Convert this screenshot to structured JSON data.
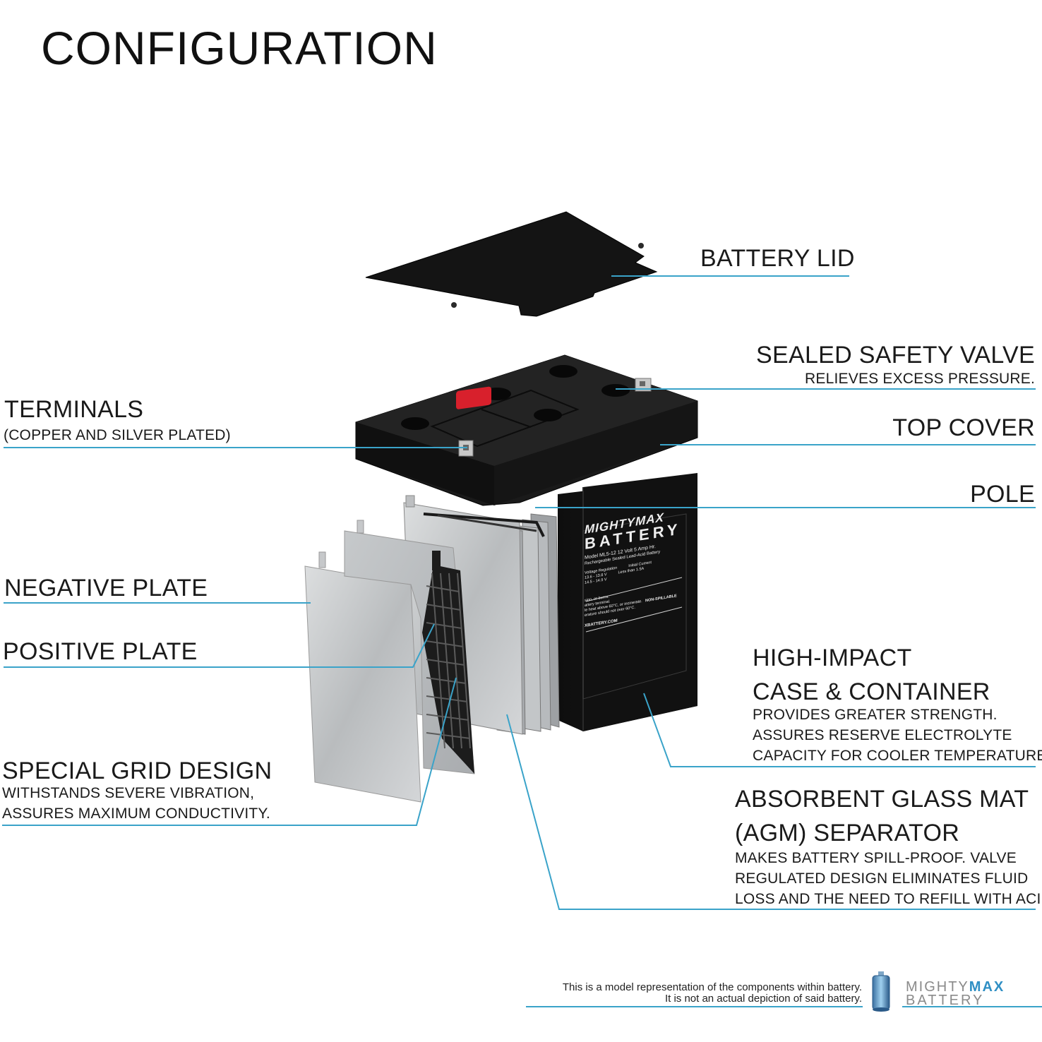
{
  "title": "CONFIGURATION",
  "colors": {
    "leader_line": "#3aa3c9",
    "case": "#151515",
    "terminal_red": "#d8202c",
    "plate": "#c9cbcd",
    "brand_blue": "#2f8fc4"
  },
  "labels": {
    "battery_lid": {
      "title": "BATTERY LID"
    },
    "sealed_safety_valve": {
      "title": "SEALED SAFETY VALVE",
      "lines": [
        "RELIEVES EXCESS PRESSURE."
      ]
    },
    "terminals": {
      "title": "TERMINALS",
      "lines": [
        "(COPPER AND SILVER PLATED)"
      ]
    },
    "top_cover": {
      "title": "TOP COVER"
    },
    "pole": {
      "title": "POLE"
    },
    "negative_plate": {
      "title": "NEGATIVE PLATE"
    },
    "positive_plate": {
      "title": "POSITIVE PLATE"
    },
    "high_impact": {
      "title_lines": [
        "HIGH-IMPACT",
        "CASE & CONTAINER"
      ],
      "lines": [
        "PROVIDES GREATER STRENGTH.",
        "ASSURES RESERVE ELECTROLYTE",
        "CAPACITY FOR COOLER TEMPERATURES."
      ]
    },
    "special_grid": {
      "title": "SPECIAL GRID DESIGN",
      "lines": [
        "WITHSTANDS SEVERE VIBRATION,",
        "ASSURES MAXIMUM CONDUCTIVITY."
      ]
    },
    "agm": {
      "title_lines": [
        "ABSORBENT GLASS MAT",
        "(AGM) SEPARATOR"
      ],
      "lines": [
        "MAKES BATTERY SPILL-PROOF. VALVE",
        "REGULATED DESIGN ELIMINATES FLUID",
        "LOSS AND THE NEED TO REFILL WITH ACID."
      ]
    }
  },
  "battery_label": {
    "brand_line1": "MIGHTYMAX",
    "brand_line2": "BATTERY",
    "model": "Model ML5-12  12 Volt 5 Amp Hr.",
    "subtitle": "Rechargeable Sealed Lead-Acid Battery",
    "table_header": [
      "Voltage Regulation",
      "Initial Current"
    ],
    "table_rows": [
      [
        "13.6 - 13.8 V",
        "Less than 1.5A"
      ],
      [
        "14.5 - 14.9 V",
        ""
      ]
    ],
    "warning_lines": [
      "sion, or burns.",
      "attery terminal.",
      "le heat above 60°C, or incinerate.",
      "erature should not over 60°C."
    ],
    "non_spillable": "NON-SPILLABLE",
    "website": "XBATTERY.COM"
  },
  "footer": {
    "disclaimer_lines": [
      "This is a model representation of the components within battery.",
      "It is not an actual depiction of said battery."
    ],
    "logo_line1_a": "MIGHTY",
    "logo_line1_b": "MAX",
    "logo_line2": "BATTERY"
  }
}
